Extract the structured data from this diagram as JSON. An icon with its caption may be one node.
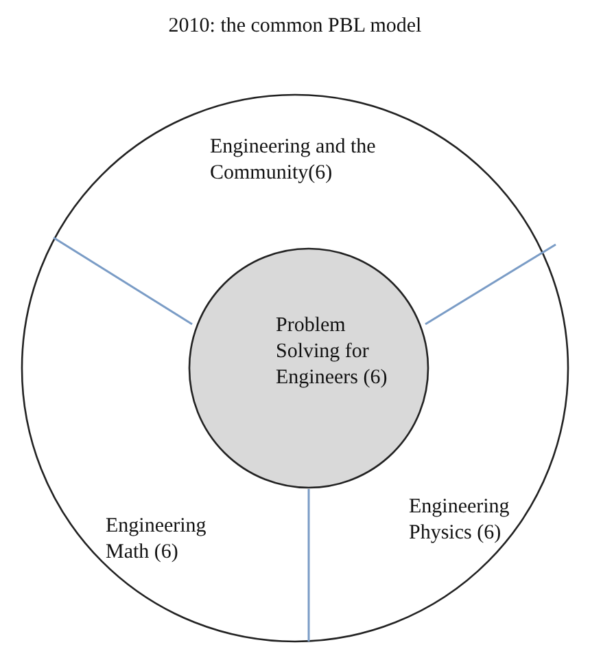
{
  "diagram": {
    "title": "2010: the common PBL model",
    "nodes": [
      {
        "text": [],
        "shape": "circle"
      },
      {
        "text": [
          "Engineering and the Community(6)"
        ],
        "in": 0
      },
      {
        "text": [
          "Problem Solving for Engineers (6)"
        ],
        "in": 0
      },
      {
        "text": [
          "Engineering Math (6)"
        ],
        "in": 0
      },
      {
        "text": [
          "Engineering Physics (6)"
        ],
        "in": 0
      }
    ],
    "edges": []
  }
}
